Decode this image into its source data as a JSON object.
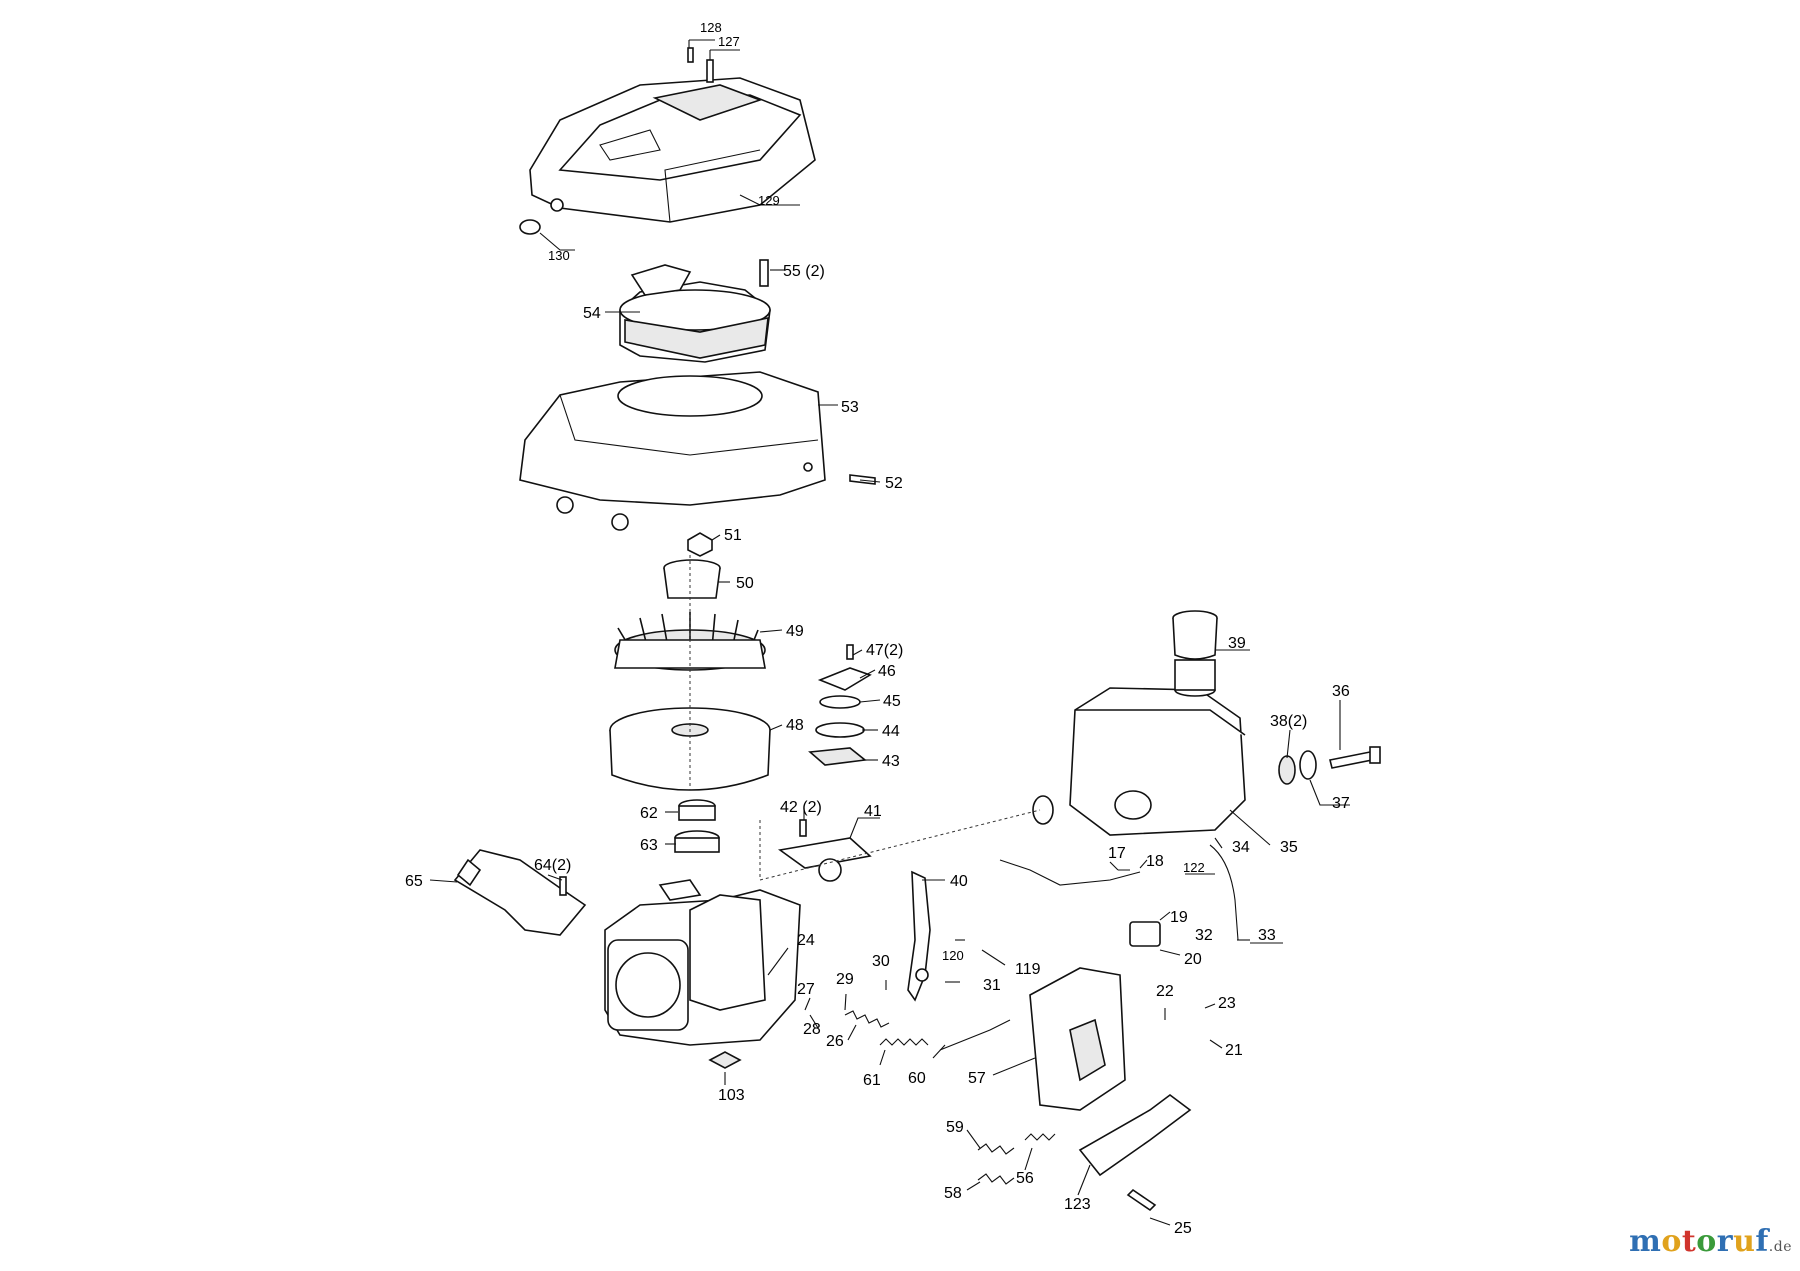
{
  "labels": {
    "p128": "128",
    "p127": "127",
    "p129": "129",
    "p130": "130",
    "p55": "55 (2)",
    "p54": "54",
    "p53": "53",
    "p52": "52",
    "p51": "51",
    "p50": "50",
    "p49": "49",
    "p47": "47(2)",
    "p46": "46",
    "p45": "45",
    "p44": "44",
    "p48": "48",
    "p43": "43",
    "p62": "62",
    "p63": "63",
    "p42": "42 (2)",
    "p41": "41",
    "p65": "65",
    "p64": "64(2)",
    "p40": "40",
    "p24": "24",
    "p30": "30",
    "p29": "29",
    "p27": "27",
    "p28": "28",
    "p26": "26",
    "p61": "61",
    "p103": "103",
    "p120": "120",
    "p119": "119",
    "p31": "31",
    "p60": "60",
    "p57": "57",
    "p59": "59",
    "p58": "58",
    "p56": "56",
    "p123": "123",
    "p25": "25",
    "p17": "17",
    "p18": "18",
    "p19": "19",
    "p20": "20",
    "p22": "22",
    "p23": "23",
    "p21": "21",
    "p122": "122",
    "p32": "32",
    "p33": "33",
    "p34": "34",
    "p35": "35",
    "p39": "39",
    "p38": "38(2)",
    "p36": "36",
    "p37": "37"
  },
  "watermark": {
    "letters": [
      "m",
      "o",
      "t",
      "o",
      "r",
      "u",
      "f"
    ],
    "colors": [
      "#2f6fb3",
      "#e0a21d",
      "#d0342c",
      "#3a9a3a",
      "#2f6fb3",
      "#e0a21d",
      "#2f6fb3"
    ],
    "tld": ".de"
  }
}
